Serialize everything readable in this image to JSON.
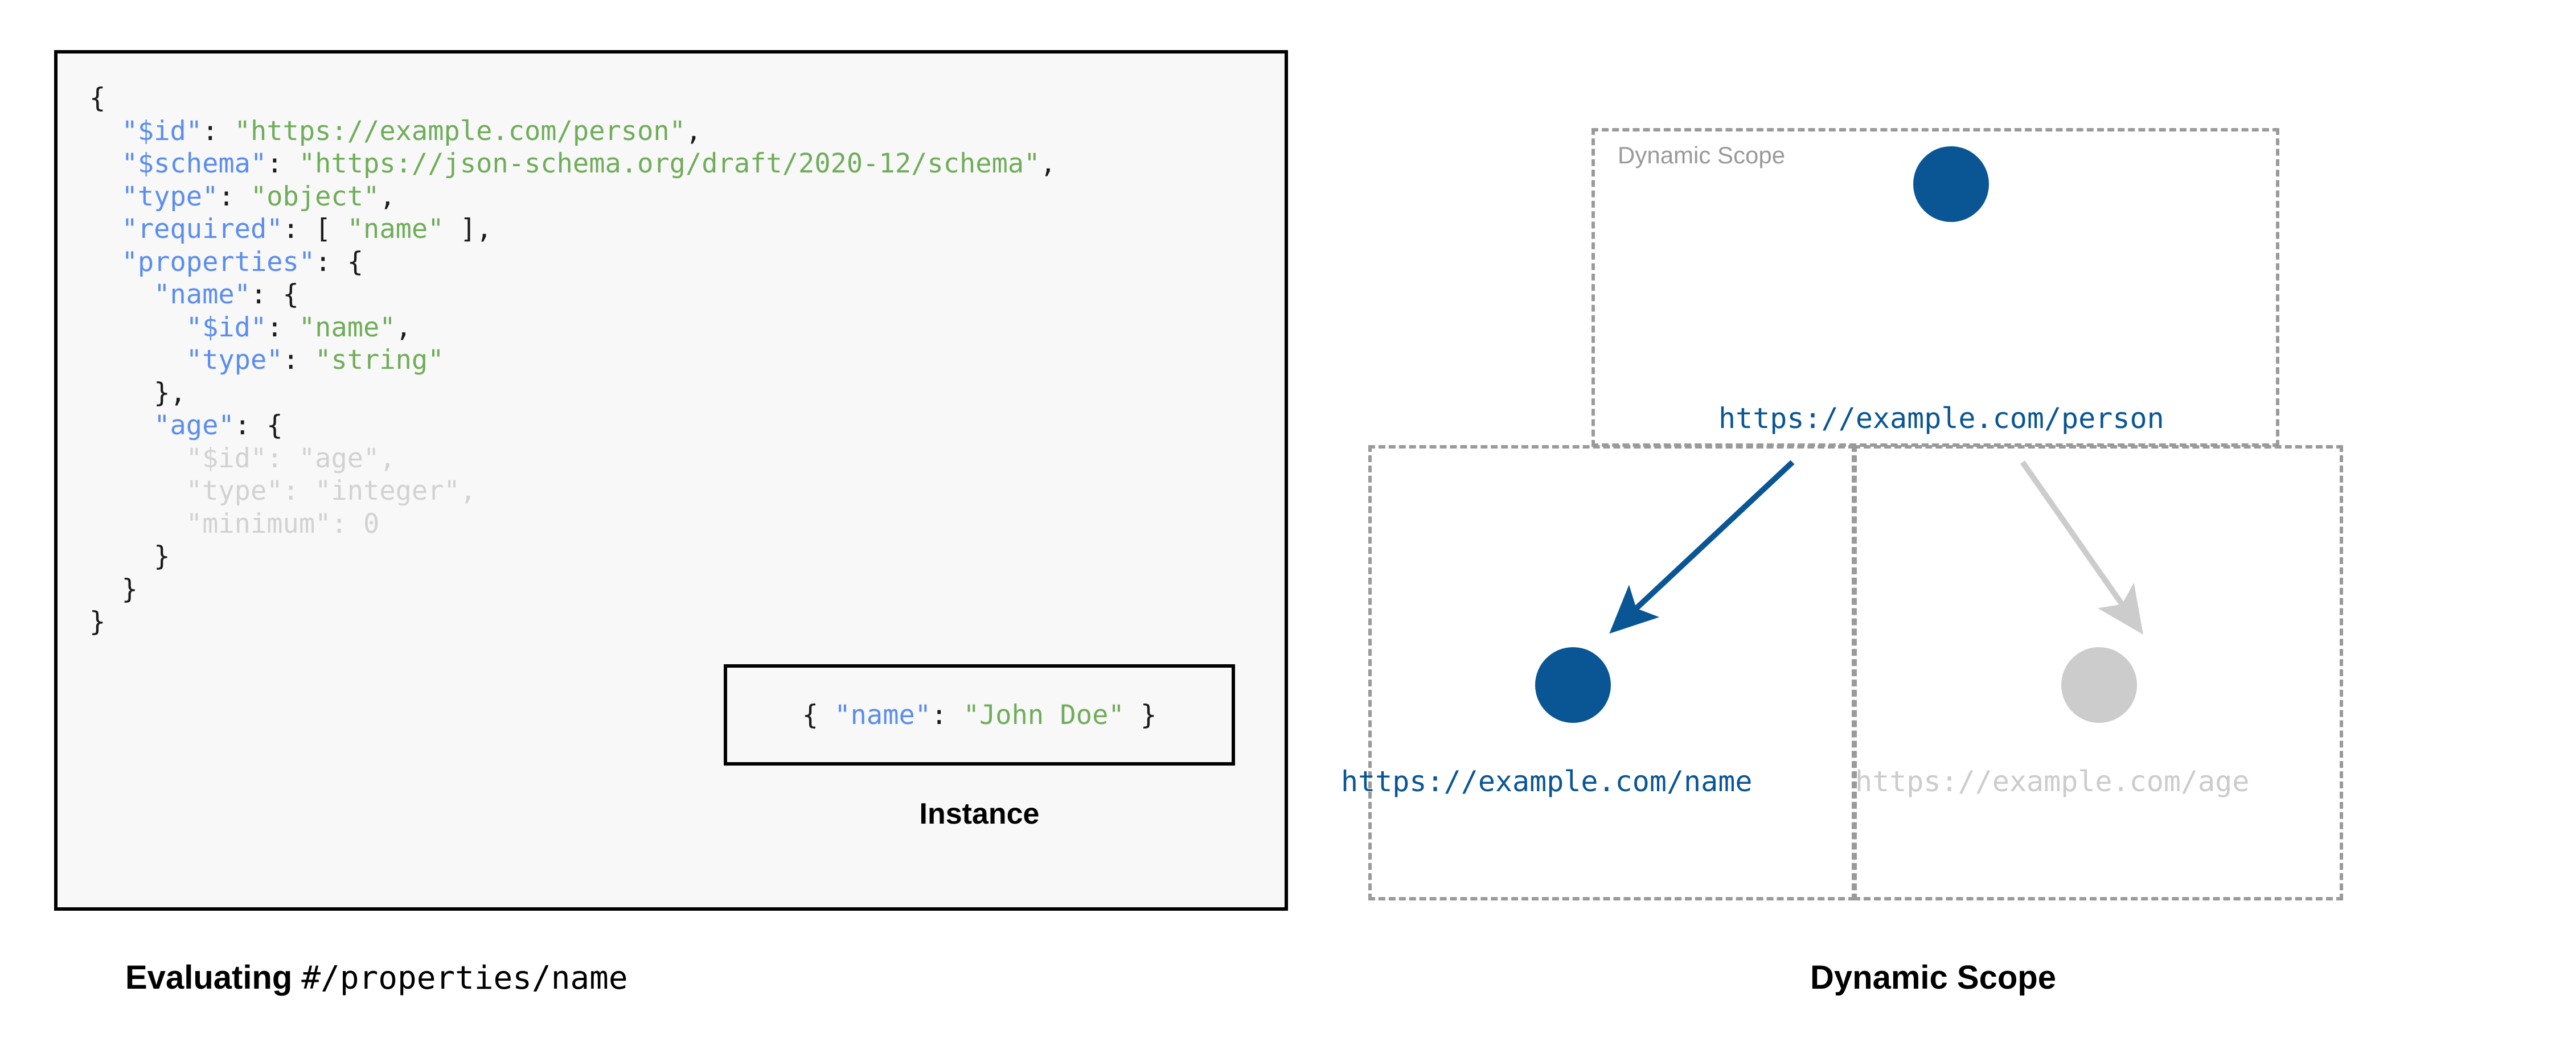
{
  "colors": {
    "key": "#5b8def",
    "string": "#70ad5a",
    "punct": "#1a1a1a",
    "dimmed": "#d2d2d2",
    "node_active": "#0a5694",
    "node_inactive": "#cccccc",
    "scope_border": "#9a9a9a",
    "scope_label": "#9a9a9a",
    "panel_bg": "#f8f8f8",
    "panel_border": "#000000"
  },
  "schema_panel": {
    "code_lines": [
      {
        "indent": 0,
        "dimmed": false,
        "tokens": [
          {
            "t": "punct",
            "v": "{"
          }
        ]
      },
      {
        "indent": 1,
        "dimmed": false,
        "tokens": [
          {
            "t": "key",
            "v": "\"$id\""
          },
          {
            "t": "punct",
            "v": ": "
          },
          {
            "t": "string",
            "v": "\"https://example.com/person\""
          },
          {
            "t": "punct",
            "v": ","
          }
        ]
      },
      {
        "indent": 1,
        "dimmed": false,
        "tokens": [
          {
            "t": "key",
            "v": "\"$schema\""
          },
          {
            "t": "punct",
            "v": ": "
          },
          {
            "t": "string",
            "v": "\"https://json-schema.org/draft/2020-12/schema\""
          },
          {
            "t": "punct",
            "v": ","
          }
        ]
      },
      {
        "indent": 1,
        "dimmed": false,
        "tokens": [
          {
            "t": "key",
            "v": "\"type\""
          },
          {
            "t": "punct",
            "v": ": "
          },
          {
            "t": "string",
            "v": "\"object\""
          },
          {
            "t": "punct",
            "v": ","
          }
        ]
      },
      {
        "indent": 1,
        "dimmed": false,
        "tokens": [
          {
            "t": "key",
            "v": "\"required\""
          },
          {
            "t": "punct",
            "v": ": [ "
          },
          {
            "t": "string",
            "v": "\"name\""
          },
          {
            "t": "punct",
            "v": " ],"
          }
        ]
      },
      {
        "indent": 1,
        "dimmed": false,
        "tokens": [
          {
            "t": "key",
            "v": "\"properties\""
          },
          {
            "t": "punct",
            "v": ": {"
          }
        ]
      },
      {
        "indent": 2,
        "dimmed": false,
        "tokens": [
          {
            "t": "key",
            "v": "\"name\""
          },
          {
            "t": "punct",
            "v": ": {"
          }
        ]
      },
      {
        "indent": 3,
        "dimmed": false,
        "tokens": [
          {
            "t": "key",
            "v": "\"$id\""
          },
          {
            "t": "punct",
            "v": ": "
          },
          {
            "t": "string",
            "v": "\"name\""
          },
          {
            "t": "punct",
            "v": ","
          }
        ]
      },
      {
        "indent": 3,
        "dimmed": false,
        "tokens": [
          {
            "t": "key",
            "v": "\"type\""
          },
          {
            "t": "punct",
            "v": ": "
          },
          {
            "t": "string",
            "v": "\"string\""
          }
        ]
      },
      {
        "indent": 2,
        "dimmed": false,
        "tokens": [
          {
            "t": "punct",
            "v": "},"
          }
        ]
      },
      {
        "indent": 2,
        "dimmed": false,
        "tokens": [
          {
            "t": "key",
            "v": "\"age\""
          },
          {
            "t": "punct",
            "v": ": {"
          }
        ]
      },
      {
        "indent": 3,
        "dimmed": true,
        "tokens": [
          {
            "t": "key",
            "v": "\"$id\""
          },
          {
            "t": "punct",
            "v": ": "
          },
          {
            "t": "string",
            "v": "\"age\""
          },
          {
            "t": "punct",
            "v": ","
          }
        ]
      },
      {
        "indent": 3,
        "dimmed": true,
        "tokens": [
          {
            "t": "key",
            "v": "\"type\""
          },
          {
            "t": "punct",
            "v": ": "
          },
          {
            "t": "string",
            "v": "\"integer\""
          },
          {
            "t": "punct",
            "v": ","
          }
        ]
      },
      {
        "indent": 3,
        "dimmed": true,
        "tokens": [
          {
            "t": "key",
            "v": "\"minimum\""
          },
          {
            "t": "punct",
            "v": ": "
          },
          {
            "t": "num",
            "v": "0"
          }
        ]
      },
      {
        "indent": 2,
        "dimmed": false,
        "tokens": [
          {
            "t": "punct",
            "v": "}"
          }
        ]
      },
      {
        "indent": 1,
        "dimmed": false,
        "tokens": [
          {
            "t": "punct",
            "v": "}"
          }
        ]
      },
      {
        "indent": 0,
        "dimmed": false,
        "tokens": [
          {
            "t": "punct",
            "v": "}"
          }
        ]
      }
    ]
  },
  "instance": {
    "tokens": [
      {
        "t": "punct",
        "v": "{ "
      },
      {
        "t": "key",
        "v": "\"name\""
      },
      {
        "t": "punct",
        "v": ": "
      },
      {
        "t": "string",
        "v": "\"John Doe\""
      },
      {
        "t": "punct",
        "v": " }"
      }
    ],
    "caption": "Instance"
  },
  "left_caption": {
    "bold_text": "Evaluating ",
    "mono_text": "#/properties/name"
  },
  "diagram": {
    "scope_label": "Dynamic Scope",
    "nodes": [
      {
        "id": "person",
        "label": "https://example.com/person",
        "state": "active"
      },
      {
        "id": "name",
        "label": "https://example.com/name",
        "state": "active"
      },
      {
        "id": "age",
        "label": "https://example.com/age",
        "state": "inactive"
      }
    ],
    "edges": [
      {
        "from": "person",
        "to": "name",
        "state": "active"
      },
      {
        "from": "person",
        "to": "age",
        "state": "inactive"
      }
    ],
    "caption": "Dynamic Scope"
  }
}
